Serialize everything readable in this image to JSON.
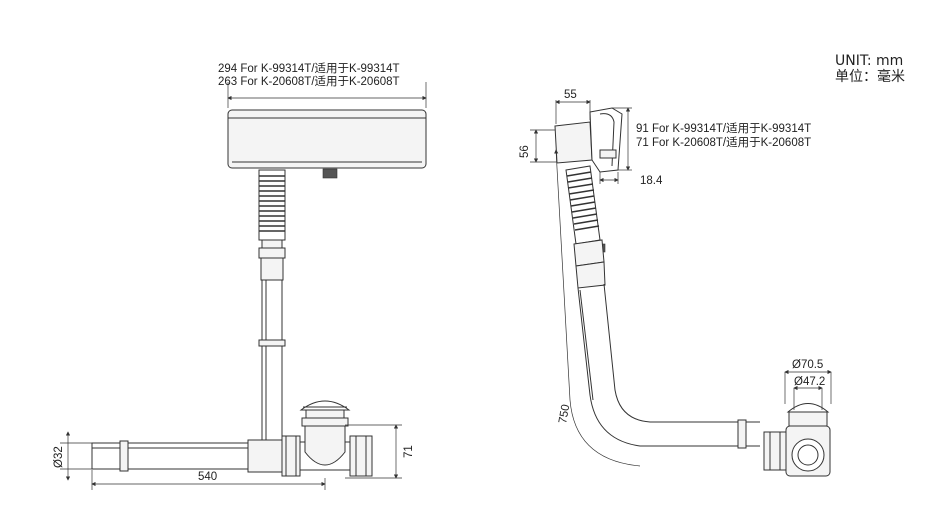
{
  "unit": {
    "en": "UNIT: mm",
    "zh": "单位：毫米"
  },
  "front_view": {
    "width_294": "294 For K-99314T/适用于K-99314T",
    "width_263": "263 For K-20608T/适用于K-20608T",
    "dia_32": "Ø32",
    "len_540": "540",
    "height_71": "71"
  },
  "side_view": {
    "dim_55": "55",
    "dim_56": "56",
    "depth_91": "91 For K-99314T/适用于K-99314T",
    "depth_71": "71 For K-20608T/适用于K-20608T",
    "dim_18_4": "18.4",
    "len_750": "750",
    "dia_70_5": "Ø70.5",
    "dia_47_2": "Ø47.2"
  }
}
